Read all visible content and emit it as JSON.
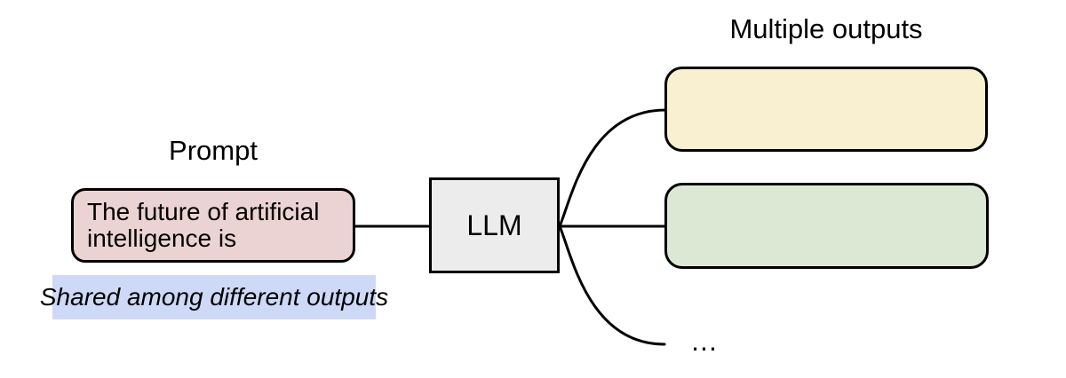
{
  "diagram": {
    "prompt": {
      "label": "Prompt",
      "box_text": "The future of artificial intelligence is",
      "note": "Shared among different outputs"
    },
    "model": {
      "label": "LLM"
    },
    "outputs": {
      "label": "Multiple outputs",
      "ellipsis": "..."
    },
    "colors": {
      "background": "#ffffff",
      "stroke": "#000000",
      "prompt_fill": "#ecd3d3",
      "note_highlight": "#cdd9f6",
      "llm_fill": "#ececec",
      "output_yellow_fill": "#f9f0d2",
      "output_green_fill": "#dde8d4"
    }
  }
}
